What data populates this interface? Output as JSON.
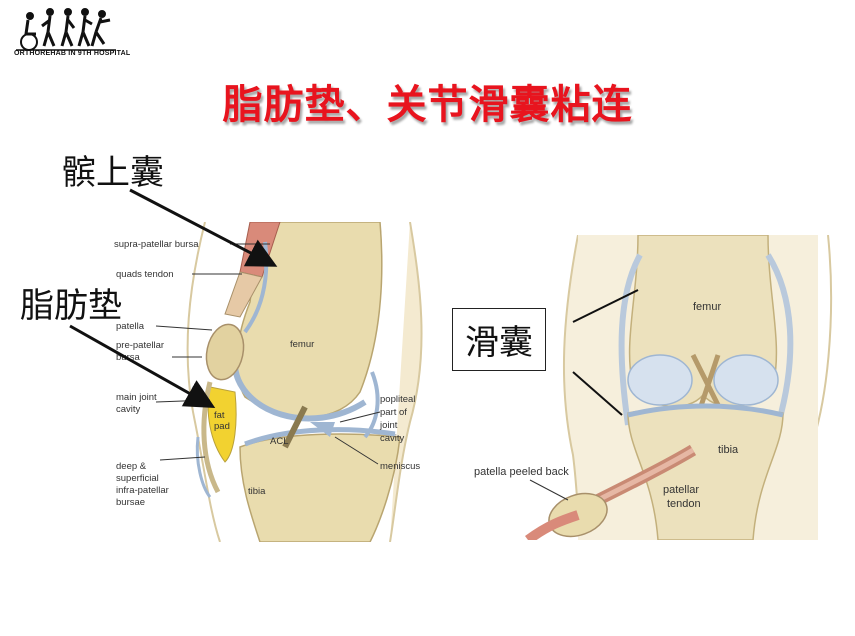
{
  "header": {
    "logo_text": "ORTHOREHAB IN 9TH HOSPITAL",
    "title": "脂肪垫、关节滑囊粘连"
  },
  "callouts": {
    "suprapatellar": "髌上囊",
    "fatpad": "脂肪垫",
    "bursa": "滑囊"
  },
  "left_figure": {
    "labels": {
      "supra_patellar_bursa": "supra-patellar bursa",
      "quads_tendon": "quads tendon",
      "patella": "patella",
      "pre_patellar_1": "pre-patellar",
      "pre_patellar_2": "bursa",
      "main_joint_1": "main joint",
      "main_joint_2": "cavity",
      "deep_1": "deep &",
      "deep_2": "superficial",
      "deep_3": "infra-patellar",
      "deep_4": "bursae",
      "femur": "femur",
      "fat_1": "fat",
      "fat_2": "pad",
      "acl": "ACL",
      "tibia": "tibia",
      "popliteal_1": "popliteal",
      "popliteal_2": "part of",
      "popliteal_3": "joint",
      "popliteal_4": "cavity",
      "meniscus": "meniscus"
    }
  },
  "right_figure": {
    "labels": {
      "femur": "femur",
      "tibia": "tibia",
      "patella_peeled": "patella peeled back",
      "patellar_1": "patellar",
      "patellar_2": "tendon"
    }
  },
  "colors": {
    "title_red": "#e8141e",
    "bone": "#e9dcae",
    "fat_pad": "#f2d230",
    "cartilage": "#cfdcea",
    "muscle": "#d98a7a"
  }
}
